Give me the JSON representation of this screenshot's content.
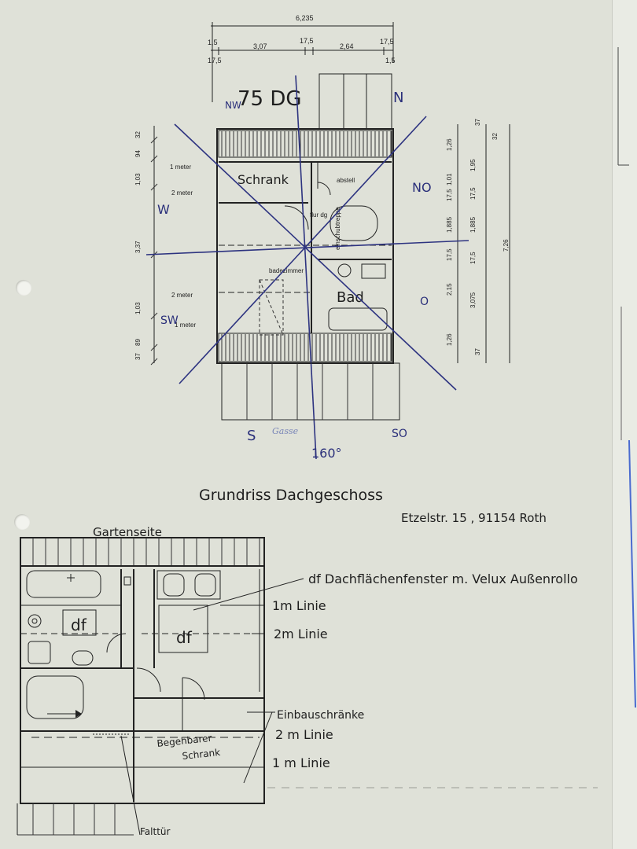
{
  "upper_plan": {
    "dimensions_top": {
      "total": "6,235",
      "d1": "1,5",
      "d2": "3,07",
      "d3": "17,5",
      "d4": "2,64",
      "d5": "17,5",
      "d6": "17,5",
      "d7": "1,5"
    },
    "title_code": "75 DG",
    "rooms": {
      "schrank": "Schrank",
      "abstell": "abstell",
      "flur": "flur dg",
      "einschub": "einschubtreppe",
      "badezimmer": "badezimmer",
      "bad": "Bad"
    },
    "left_labels": {
      "m1_top": "1 meter",
      "m2_top": "2 meter",
      "m2_bottom": "2 meter",
      "m1_bottom": "1 meter"
    },
    "left_dims": [
      "32",
      "94",
      "1,03",
      "3,37",
      "1,03",
      "89",
      "37"
    ],
    "right_dims": [
      "1,26",
      "1,01",
      "17,5",
      "1,885",
      "17,5",
      "2,15",
      "1,26",
      "37",
      "1,95",
      "17,5",
      "1,885",
      "17,5",
      "3,075",
      "37",
      "32",
      "7,26"
    ],
    "compass": {
      "nw": "NW",
      "n": "N",
      "no": "NO",
      "w": "W",
      "o": "O",
      "sw": "SW",
      "s": "S",
      "so": "SO",
      "angle": "160°",
      "gasse": "Gasse"
    }
  },
  "title": "Grundriss Dachgeschoss",
  "address": "Etzelstr. 15 , 91154 Roth",
  "lower_plan": {
    "gartenseite": "Gartenseite",
    "df1": "df",
    "df2": "df",
    "begehbarer": "Begehbarer",
    "schrank": "Schrank",
    "falttuer": "Falttür"
  },
  "legend": {
    "df": "df Dachflächenfenster m. Velux Außenrollo",
    "l1": "1m Linie",
    "l2": "2m Linie",
    "einbau": "Einbauschränke",
    "l3": "2 m Linie",
    "l4": "1 m Linie"
  }
}
